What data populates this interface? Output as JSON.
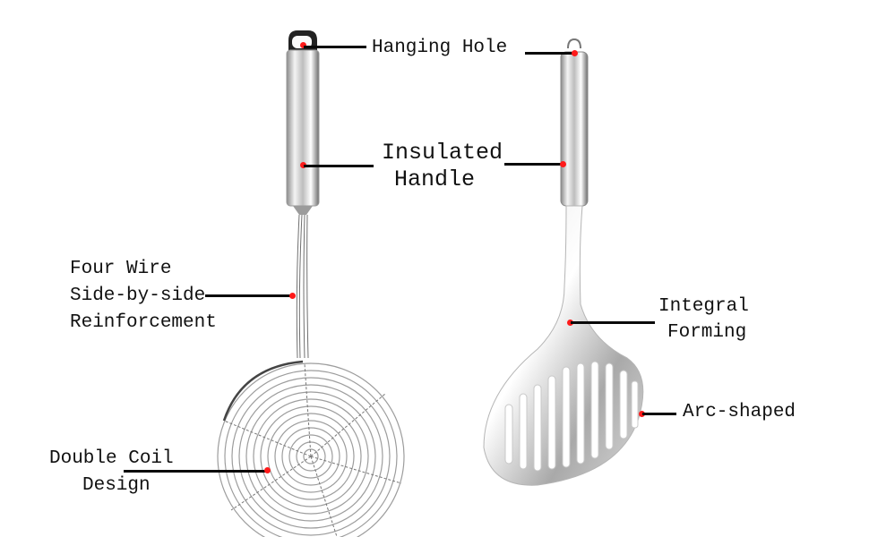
{
  "image": {
    "description": "Product feature diagram of two stainless steel kitchen utensils: a wire spider skimmer (left) and a slotted spatula/skimmer (right) with callout labels",
    "background": "#ffffff",
    "dot_color": "#ff1a1a",
    "line_color": "#0a0a0a"
  },
  "labels": {
    "hanging_hole": "Hanging Hole",
    "insulated_handle_line1": "Insulated",
    "insulated_handle_line2": "Handle",
    "four_wire_line1": "Four Wire",
    "four_wire_line2": "Side-by-side",
    "four_wire_line3": "Reinforcement",
    "double_coil_line1": "Double Coil",
    "double_coil_line2": "Design",
    "integral_line1": "Integral",
    "integral_line2": "Forming",
    "arc_shaped": "Arc-shaped"
  }
}
